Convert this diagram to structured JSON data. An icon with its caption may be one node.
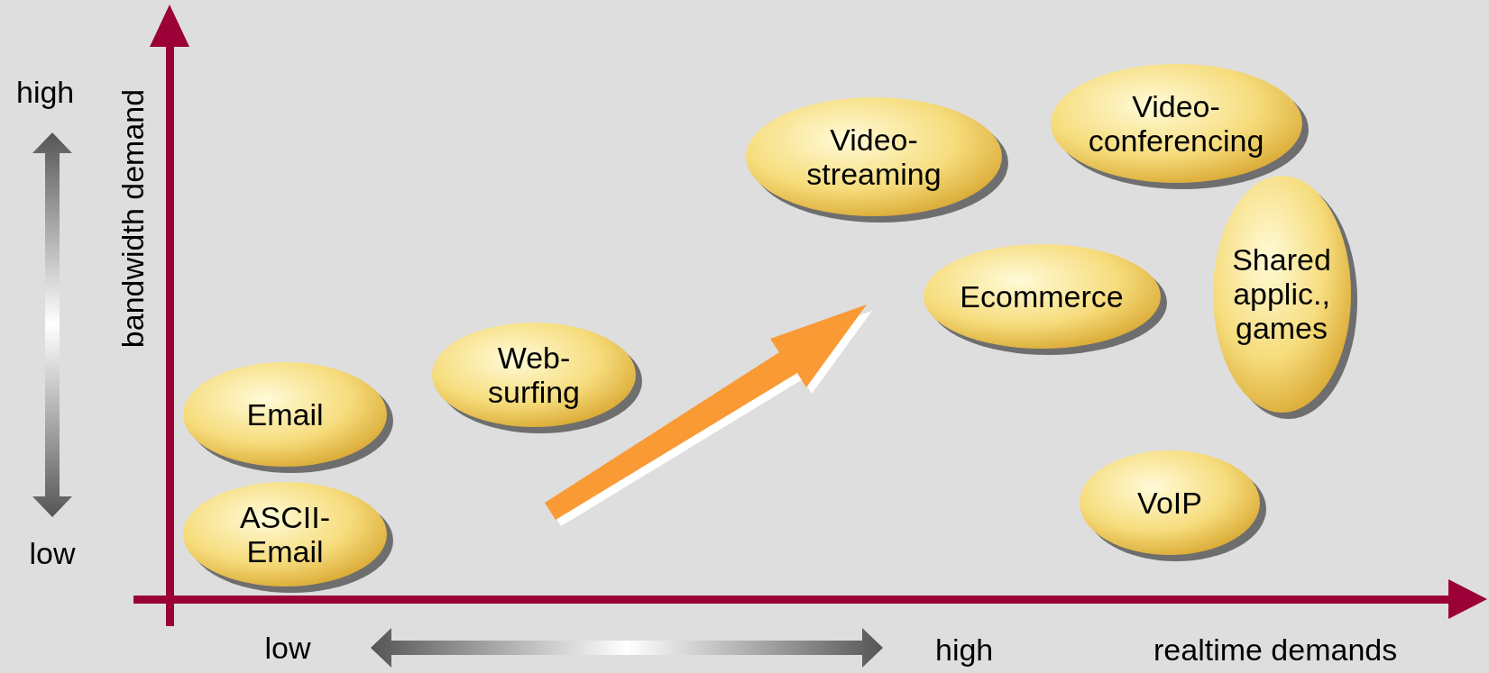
{
  "diagram": {
    "nodes": [
      {
        "text": [
          "Video-streaming"
        ]
      },
      {
        "text": [
          "Video-conferencing"
        ]
      },
      {
        "text": [
          "Shared applic., games"
        ]
      },
      {
        "text": [
          "Ecommerce"
        ]
      },
      {
        "text": [
          "Web-surfing"
        ]
      },
      {
        "text": [
          "Email"
        ]
      },
      {
        "text": [
          "ASCII-Email"
        ]
      },
      {
        "text": [
          "VoIP"
        ]
      }
    ],
    "edges": [],
    "labels": [
      "high",
      "bandwidth demand",
      "low",
      "low",
      "high",
      "realtime demands"
    ]
  }
}
